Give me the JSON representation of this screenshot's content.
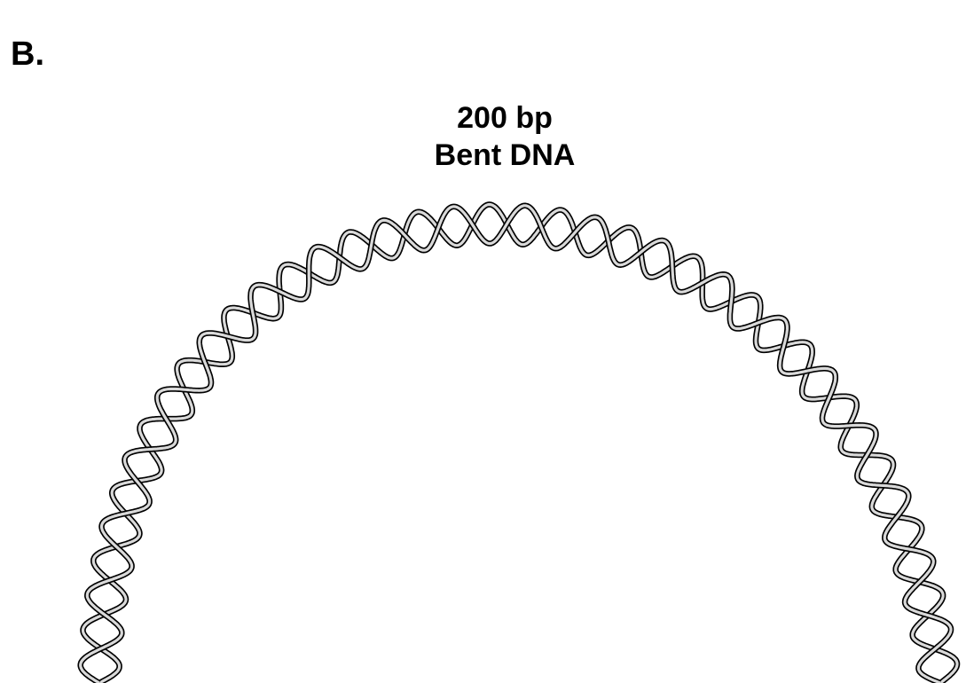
{
  "panel_label": "B.",
  "diagram": {
    "length_label": "200 bp",
    "caption": "Bent DNA",
    "strand_fill": "#d9d9d9",
    "strand_outline": "#000000",
    "background": "#ffffff"
  }
}
